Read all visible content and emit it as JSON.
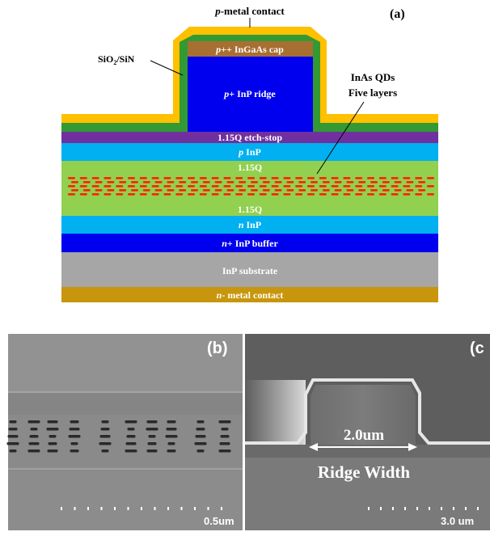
{
  "panel_a": {
    "label": "(a)",
    "top_contact": {
      "prefix": "p",
      "suffix": "-metal contact"
    },
    "dielectric": {
      "main": "SiO",
      "sub": "2",
      "tail": "/SiN"
    },
    "cap": {
      "prefix": "p",
      "suffix": "++ InGaAs cap"
    },
    "ridge": {
      "prefix": "p",
      "suffix": "+ InP ridge"
    },
    "qd_annotation": {
      "line1": "InAs QDs",
      "line2": "Five layers"
    },
    "etch_stop": "1.15Q etch-stop",
    "p_inp": {
      "prefix": "p",
      "suffix": " InP"
    },
    "q_upper": "1.15Q",
    "q_lower": "1.15Q",
    "n_inp": {
      "prefix": "n",
      "suffix": " InP"
    },
    "buffer": {
      "prefix": "n",
      "suffix": "+ InP buffer"
    },
    "substrate": "InP substrate",
    "bottom_contact": {
      "prefix": "n",
      "suffix": "- metal contact"
    },
    "colors": {
      "metal": "#ffc000",
      "dielectric": "#339933",
      "cap": "#a86f32",
      "ridge": "#0000ee",
      "etch_stop": "#7030a0",
      "inp": "#00b0f0",
      "q": "#92d050",
      "dots": "#ff2200",
      "buffer": "#0000ee",
      "substrate": "#a6a6a6",
      "n_contact": "#c8960c"
    }
  },
  "panel_b": {
    "label": "(b)",
    "scale": "0.5um"
  },
  "panel_c": {
    "label": "(c",
    "width_label": "2.0um",
    "caption": "Ridge Width",
    "scale": "3.0 um"
  }
}
